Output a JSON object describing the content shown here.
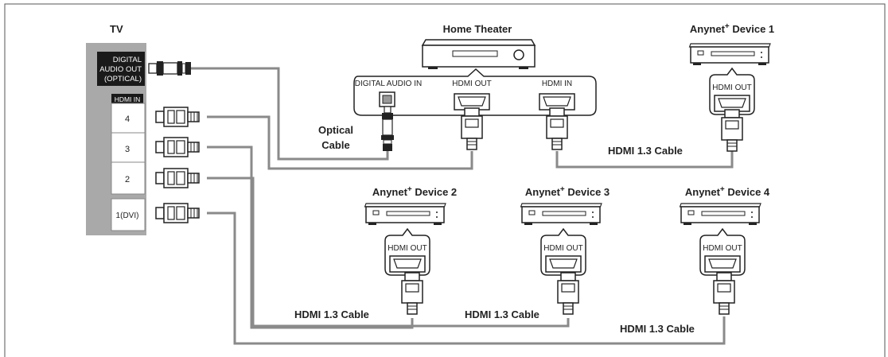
{
  "tv": {
    "title": "TV",
    "optical_line1": "DIGITAL",
    "optical_line2": "AUDIO OUT",
    "optical_line3": "(OPTICAL)",
    "hdmi_in_header": "HDMI IN",
    "ports": [
      "4",
      "3",
      "2",
      "1(DVI)"
    ]
  },
  "home_theater": {
    "title": "Home Theater",
    "jack_digital_audio_in": "DIGITAL AUDIO IN",
    "jack_hdmi_out": "HDMI OUT",
    "jack_hdmi_in": "HDMI IN"
  },
  "devices": {
    "device1": {
      "name": "Anynet",
      "suffix": "+",
      "rest": " Device 1",
      "port": "HDMI OUT"
    },
    "device2": {
      "name": "Anynet",
      "suffix": "+",
      "rest": " Device 2",
      "port": "HDMI OUT"
    },
    "device3": {
      "name": "Anynet",
      "suffix": "+",
      "rest": " Device 3",
      "port": "HDMI OUT"
    },
    "device4": {
      "name": "Anynet",
      "suffix": "+",
      "rest": " Device 4",
      "port": "HDMI OUT"
    }
  },
  "cables": {
    "optical_line1": "Optical",
    "optical_line2": "Cable",
    "hdmi_top": "HDMI 1.3 Cable",
    "hdmi_left": "HDMI 1.3 Cable",
    "hdmi_mid": "HDMI 1.3 Cable",
    "hdmi_bottom": "HDMI 1.3 Cable"
  },
  "colors": {
    "cable": "#8a8a8a",
    "tv_panel": "#a9a9a9",
    "port_box": "#ffffff",
    "optical_box": "#1a1a1a",
    "frame": "#555555"
  }
}
